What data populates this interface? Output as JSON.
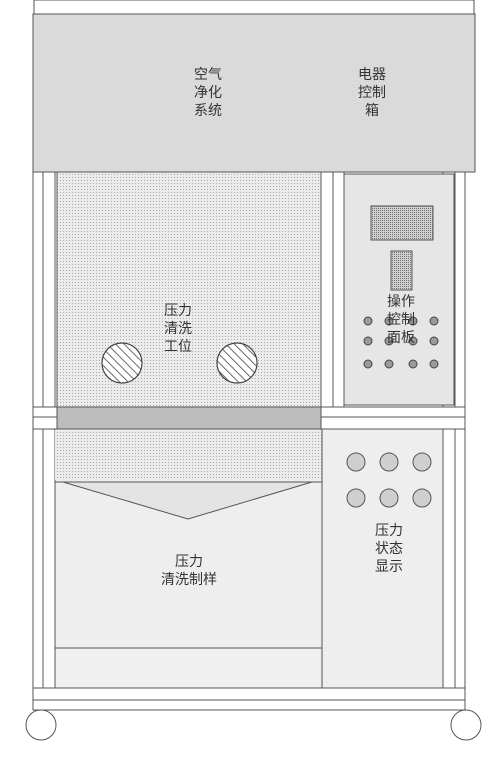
{
  "labels": {
    "air_purification": [
      "空气",
      "净化",
      "系统"
    ],
    "electrical_box": [
      "电器",
      "控制",
      "箱"
    ],
    "pressure_station": [
      "压力",
      "清洗",
      "工位"
    ],
    "operation_panel": [
      "操作",
      "控制",
      "面板"
    ],
    "sampling": [
      "压力",
      "清洗制样"
    ],
    "status_display": [
      "压力",
      "状态",
      "显示"
    ]
  },
  "colors": {
    "line": "#555555",
    "top_box": "#d9d9d9",
    "panel": "#e8e8e8",
    "dots": "#c8c8c8",
    "bar": "#bdbdbd"
  }
}
